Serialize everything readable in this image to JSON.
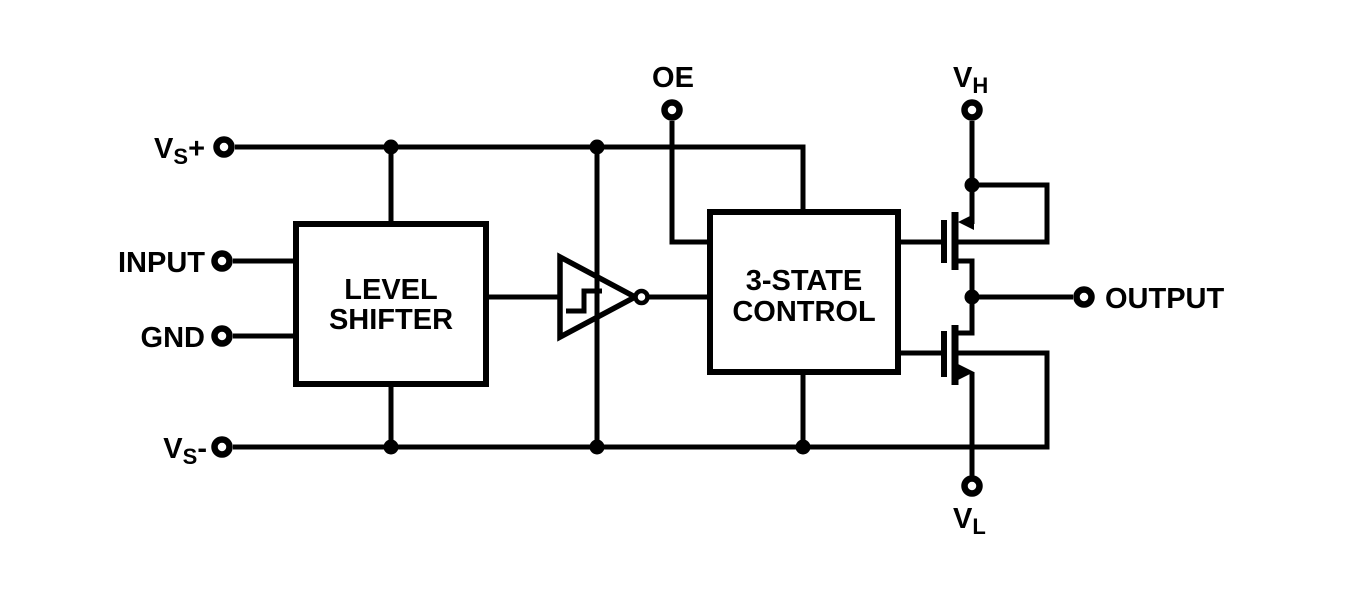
{
  "colors": {
    "ink": "#000000",
    "paper": "#ffffff"
  },
  "pins": {
    "vs_plus": {
      "base": "V",
      "sub": "S",
      "suffix": "+"
    },
    "input": {
      "label": "INPUT"
    },
    "gnd": {
      "label": "GND"
    },
    "vs_minus": {
      "base": "V",
      "sub": "S",
      "suffix": "-"
    },
    "oe": {
      "label": "OE"
    },
    "vh": {
      "base": "V",
      "sub": "H"
    },
    "vl": {
      "base": "V",
      "sub": "L"
    },
    "output": {
      "label": "OUTPUT"
    }
  },
  "blocks": {
    "level_shifter": {
      "line1": "LEVEL",
      "line2": "SHIFTER"
    },
    "three_state_control": {
      "line1": "3-STATE",
      "line2": "CONTROL"
    }
  }
}
